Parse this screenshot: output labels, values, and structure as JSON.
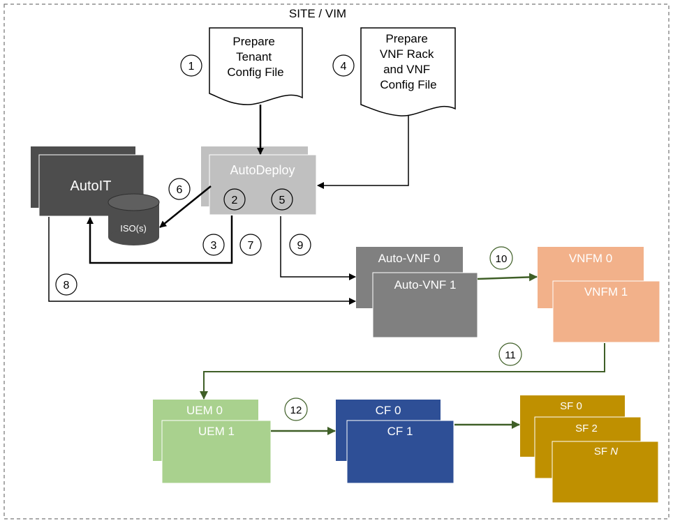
{
  "site_label": "SITE / VIM",
  "docs": {
    "tenant": [
      "Prepare",
      "Tenant",
      "Config File"
    ],
    "vnf": [
      "Prepare",
      "VNF Rack",
      "and VNF",
      "Config File"
    ]
  },
  "boxes": {
    "autoit": "AutoIT",
    "autodeploy": "AutoDeploy",
    "iso": "ISO(s)",
    "autovnf0": "Auto-VNF 0",
    "autovnf1": "Auto-VNF 1",
    "vnfm0": "VNFM 0",
    "vnfm1": "VNFM 1",
    "uem0": "UEM 0",
    "uem1": "UEM 1",
    "cf0": "CF 0",
    "cf1": "CF 1",
    "sf0": "SF 0",
    "sf2": "SF 2",
    "sfn_prefix": "SF ",
    "sfn_suffix": "N"
  },
  "steps": [
    "1",
    "2",
    "3",
    "4",
    "5",
    "6",
    "7",
    "8",
    "9",
    "10",
    "11",
    "12"
  ],
  "colors": {
    "dark_gray": "#4d4d4d",
    "mid_gray": "#808080",
    "light_gray": "#c0c0c0",
    "salmon": "#f2b18a",
    "light_green": "#a9d18e",
    "blue": "#2e4f96",
    "gold": "#bf9000",
    "green_arrow": "#3f5f27"
  }
}
